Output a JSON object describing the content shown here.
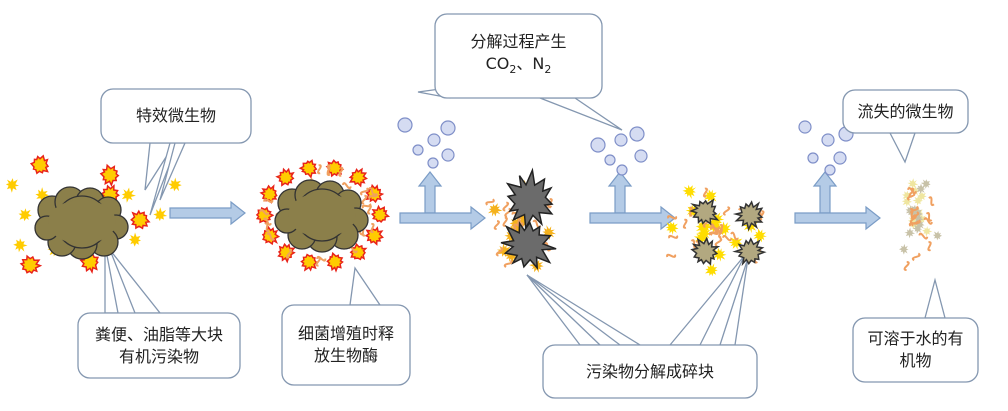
{
  "callouts": {
    "microbes": "特效微生物",
    "pollutant_line1": "粪便、油脂等大块",
    "pollutant_line2": "有机污染物",
    "enzyme_line1": "细菌增殖时释",
    "enzyme_line2": "放生物酶",
    "gas_line1": "分解过程产生",
    "gas_co": "CO",
    "gas_sub1": "2",
    "gas_sep": "、N",
    "gas_sub2": "2",
    "fragments": "污染物分解成碎块",
    "lost_microbes": "流失的微生物",
    "soluble_line1": "可溶于水的有",
    "soluble_line2": "机物"
  },
  "colors": {
    "callout_border": "#8497b0",
    "arrow_fill": "#b4cbe6",
    "arrow_stroke": "#7a9cc6",
    "bubble_fill": "#d5dcf2",
    "bubble_stroke": "#7f8fc8",
    "cloud": "#8b7f4a",
    "dark_fragment": "#6b6b6b",
    "light_fragment": "#b2a880",
    "microbe_red": "#e8231a",
    "microbe_yellow": "#ffcc00",
    "enzyme": "#f0a060"
  }
}
